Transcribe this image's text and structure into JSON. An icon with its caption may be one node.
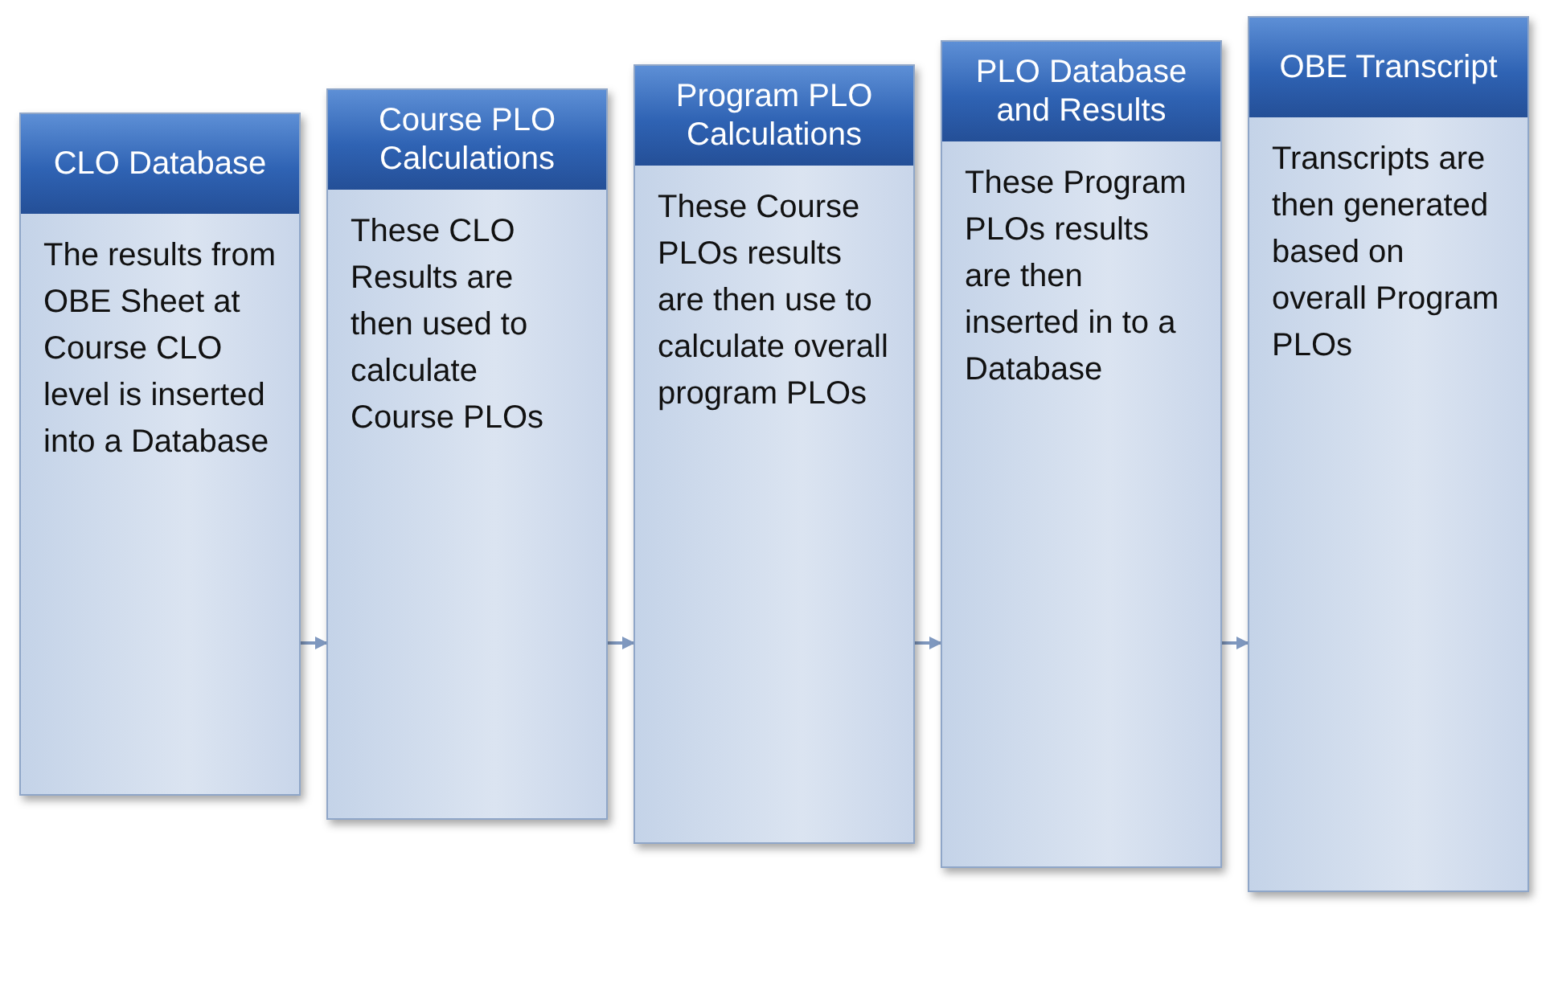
{
  "diagram": {
    "nodes": [
      {
        "text": [
          "CLO Database",
          "The results from OBE Sheet at Course CLO level is inserted into a Database"
        ]
      },
      {
        "text": [
          "Course PLO Calculations",
          "These CLO Results are then used to calculate Course PLOs"
        ]
      },
      {
        "text": [
          "Program PLO Calculations",
          "These Course PLOs results are then use to calculate overall program PLOs"
        ]
      },
      {
        "text": [
          "PLO Database and Results",
          "These Program PLOs results are then inserted in to a Database"
        ]
      },
      {
        "text": [
          "OBE Transcript",
          "Transcripts are then generated based on overall Program PLOs"
        ]
      }
    ],
    "edges": [
      {
        "from": 0,
        "to": 1,
        "arrow": "to"
      },
      {
        "from": 1,
        "to": 2,
        "arrow": "to"
      },
      {
        "from": 2,
        "to": 3,
        "arrow": "to"
      },
      {
        "from": 3,
        "to": 4,
        "arrow": "to"
      }
    ]
  }
}
